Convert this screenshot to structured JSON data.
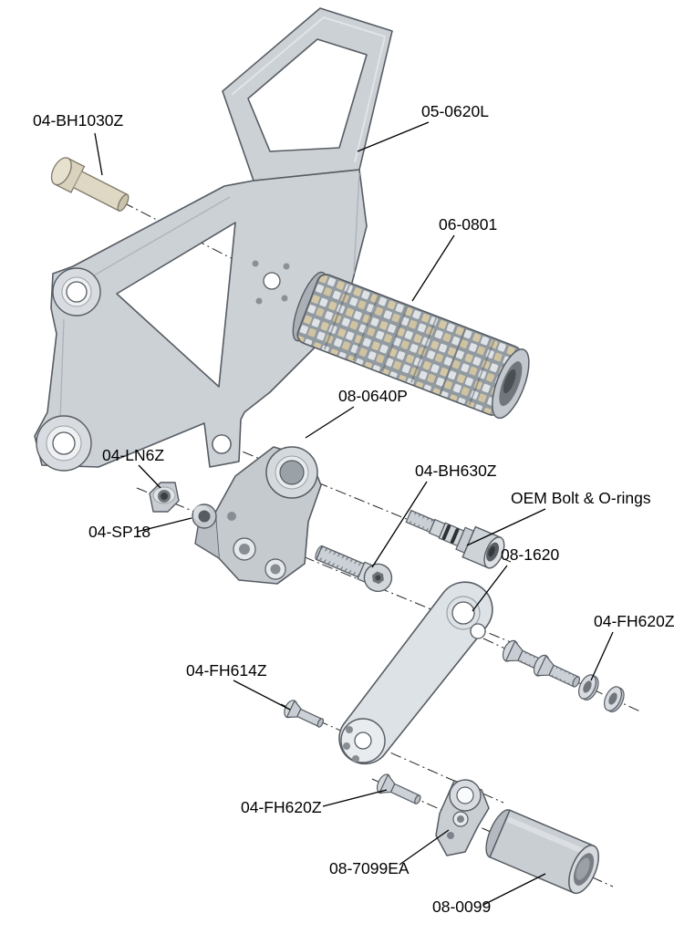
{
  "diagram": {
    "kind": "exploded-assembly-drawing",
    "colors": {
      "background": "#ffffff",
      "label_color": "#000000",
      "part_fill": "#ccd1d6",
      "part_stroke": "#565c63",
      "bolt_tan": "#d9d3bd",
      "knurl_tan": "#d3c7a6",
      "axis_line": "#222222"
    },
    "labels": [
      {
        "text": "04-BH1030Z"
      },
      {
        "text": "05-0620L"
      },
      {
        "text": "06-0801"
      },
      {
        "text": "08-0640P"
      },
      {
        "text": "04-LN6Z"
      },
      {
        "text": "04-SP18"
      },
      {
        "text": "04-BH630Z"
      },
      {
        "text": "OEM Bolt & O-rings"
      },
      {
        "text": "08-1620"
      },
      {
        "text": "04-FH620Z"
      },
      {
        "text": "04-FH614Z"
      },
      {
        "text": "04-FH620Z"
      },
      {
        "text": "08-7099EA"
      },
      {
        "text": "08-0099"
      }
    ]
  }
}
